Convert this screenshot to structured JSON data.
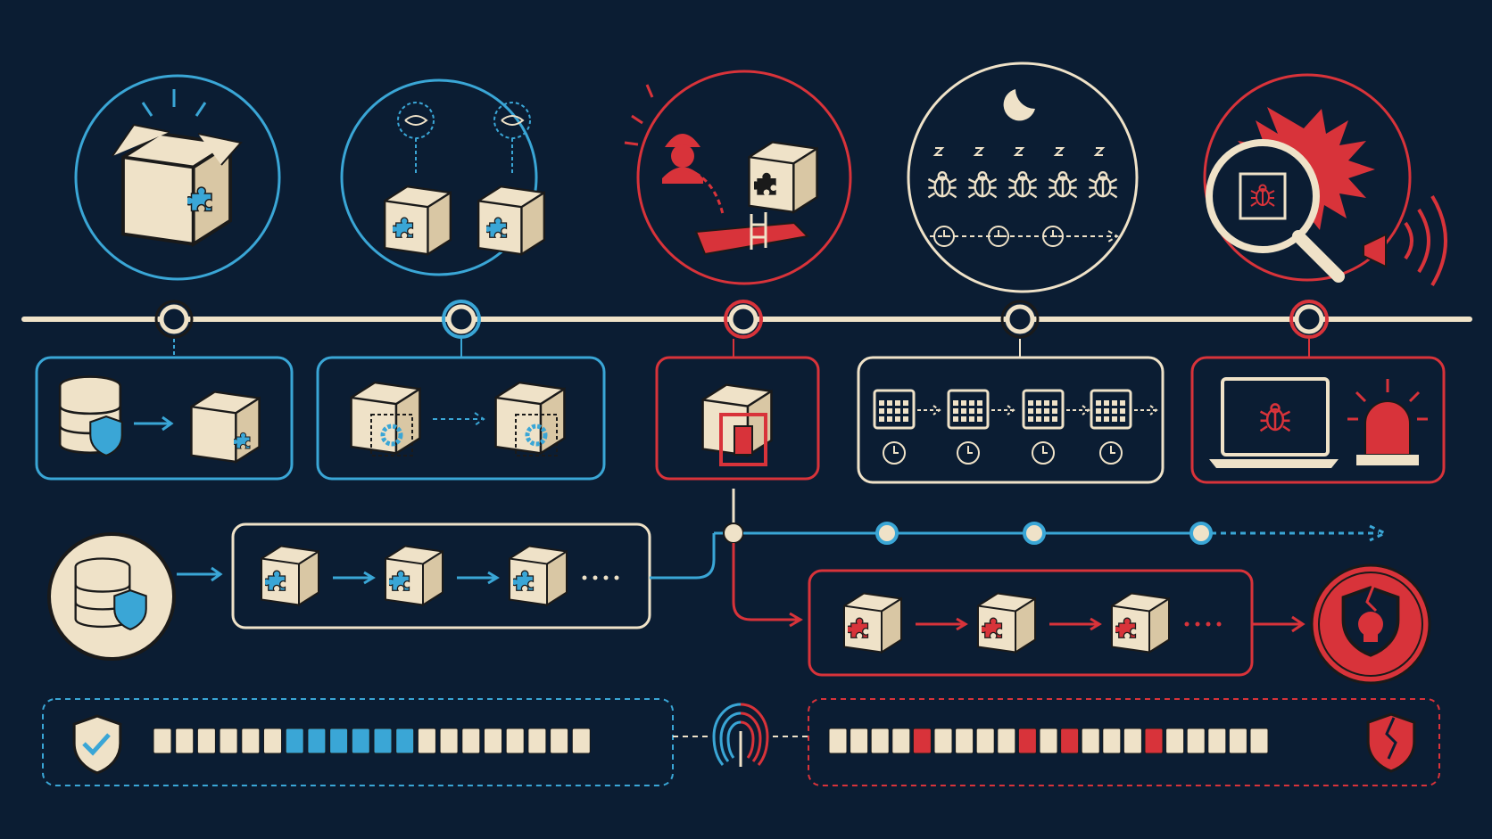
{
  "colors": {
    "background": "#0b1d33",
    "cream": "#efe2c8",
    "safe": "#3aa6d6",
    "threat": "#d8333a",
    "box_fill": "#0e2440"
  },
  "timeline": {
    "stages": [
      {
        "state": "safe-neutral",
        "icon": "open-box-with-puzzle-icon",
        "detail_icon": "database-shield-to-box-icon"
      },
      {
        "state": "safe",
        "icon": "watched-boxes-icon",
        "detail_icon": "box-gear-replicate-icon"
      },
      {
        "state": "threat",
        "icon": "hacker-backdoor-icon",
        "detail_icon": "box-with-hidden-door-icon"
      },
      {
        "state": "neutral",
        "icon": "sleeping-bugs-night-icon",
        "detail_icon": "calendar-clock-sequence-icon"
      },
      {
        "state": "threat",
        "icon": "magnified-bug-alarm-icon",
        "detail_icon": "laptop-bug-siren-icon"
      }
    ]
  },
  "branches": {
    "safe_chain": {
      "start_icon": "database-shield-icon",
      "cubes": 3,
      "continues": true
    },
    "threat_chain": {
      "cubes": 3,
      "end_icon": "broken-shield-skull-icon",
      "continues": true
    },
    "safe_progress_nodes": 3
  },
  "signatures": {
    "safe": {
      "icon": "shield-check-icon",
      "cells": [
        0,
        0,
        0,
        0,
        0,
        0,
        1,
        1,
        1,
        1,
        1,
        1,
        0,
        0,
        0,
        0,
        0,
        0,
        0,
        0
      ]
    },
    "threat": {
      "icon": "broken-shield-icon",
      "cells": [
        0,
        0,
        0,
        0,
        1,
        0,
        0,
        0,
        0,
        1,
        0,
        1,
        0,
        0,
        0,
        1,
        0,
        0,
        0,
        0,
        0
      ]
    },
    "link_icon": "fingerprint-icon"
  }
}
